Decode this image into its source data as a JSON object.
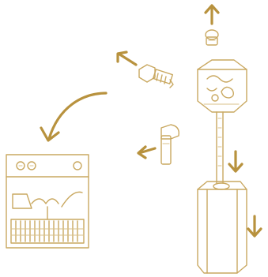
{
  "figure": {
    "palette": {
      "ink": "#c9a860",
      "ink_dark": "#b8923e",
      "ink_faint": "#d8c08a",
      "background": "#ffffff"
    },
    "parts": [
      "cap-piece",
      "hex-nut",
      "bolt",
      "peg",
      "rod",
      "cylinder-housing",
      "control-box"
    ],
    "arrows": [
      "arrow-up",
      "arrow-upper-left",
      "arrow-left",
      "arrow-down-rod",
      "arrow-down-cylinder",
      "curved-arrow-to-box"
    ]
  }
}
